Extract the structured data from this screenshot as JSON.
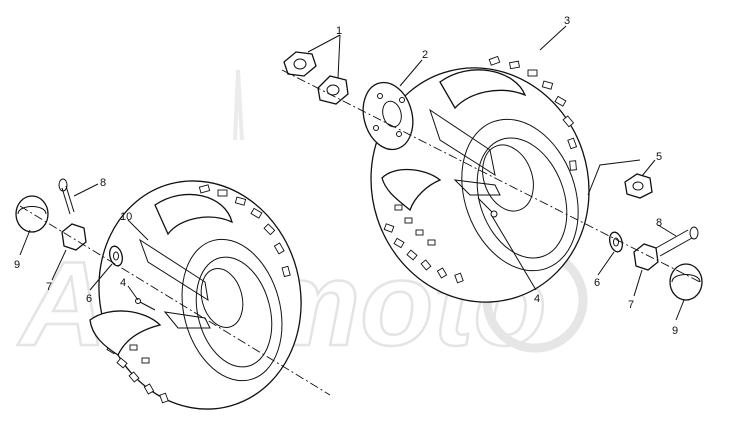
{
  "watermark": {
    "text": "Ariamoto"
  },
  "callouts": [
    {
      "id": "c1",
      "label": "1"
    },
    {
      "id": "c2",
      "label": "2"
    },
    {
      "id": "c3",
      "label": "3"
    },
    {
      "id": "c4a",
      "label": "4"
    },
    {
      "id": "c5",
      "label": "5"
    },
    {
      "id": "c6a",
      "label": "6"
    },
    {
      "id": "c7a",
      "label": "7"
    },
    {
      "id": "c8a",
      "label": "8"
    },
    {
      "id": "c9a",
      "label": "9"
    },
    {
      "id": "c4b",
      "label": "4"
    },
    {
      "id": "c6b",
      "label": "6"
    },
    {
      "id": "c7b",
      "label": "7"
    },
    {
      "id": "c8b",
      "label": "8"
    },
    {
      "id": "c9b",
      "label": "9"
    },
    {
      "id": "c10",
      "label": "10"
    }
  ]
}
